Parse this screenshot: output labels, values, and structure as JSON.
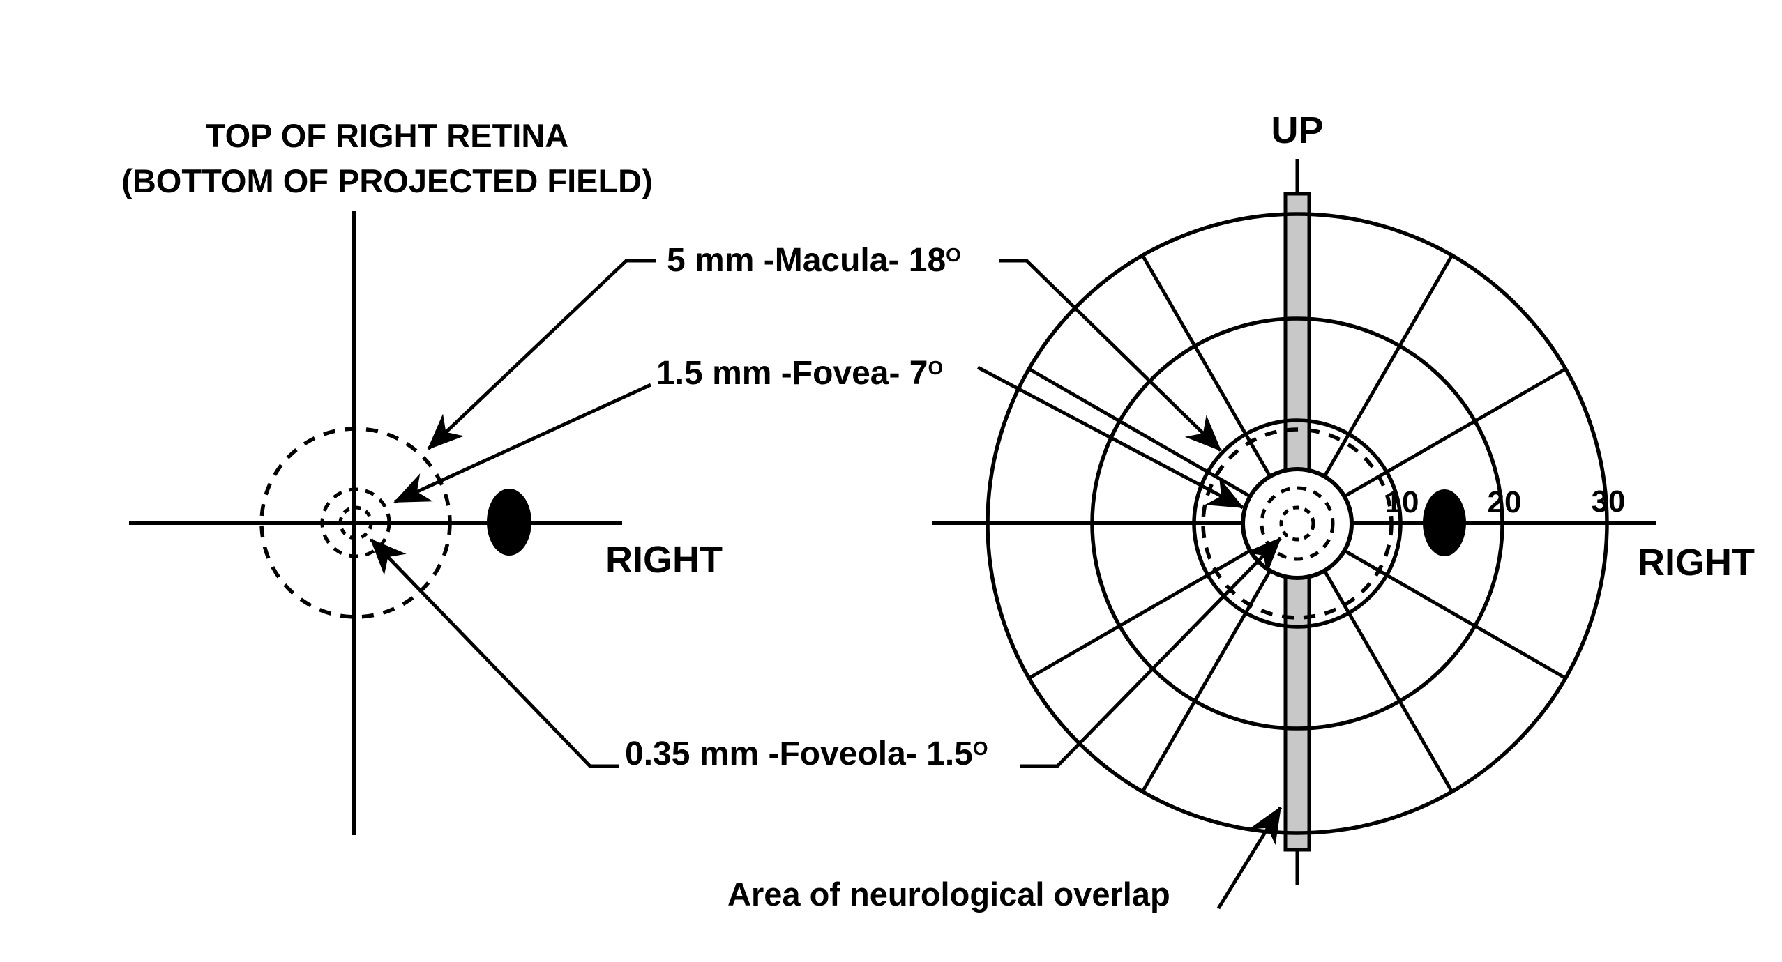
{
  "figure": {
    "background": "#ffffff",
    "ink": "#000000",
    "bar_fill": "#c8c8c8"
  },
  "left_diagram": {
    "title_line1": "TOP OF RIGHT RETINA",
    "title_line2": "(BOTTOM OF PROJECTED FIELD)",
    "right_label": "RIGHT"
  },
  "right_chart": {
    "up_label": "UP",
    "right_label": "RIGHT",
    "tick_labels": [
      "10",
      "20",
      "30"
    ],
    "overlap_label": "Area of neurological overlap"
  },
  "annotations": {
    "macula": {
      "text": "5 mm -Macula- 18",
      "sup": "O"
    },
    "fovea": {
      "text": "1.5 mm -Fovea- 7",
      "sup": "O"
    },
    "foveola": {
      "text": "0.35 mm -Foveola- 1.5",
      "sup": "O"
    }
  },
  "chart_data": [
    {
      "type": "other",
      "subtype": "retina-schematic",
      "title": "TOP OF RIGHT RETINA (BOTTOM OF PROJECTED FIELD)",
      "features": [
        {
          "name": "macula",
          "size_mm": 5,
          "angle_deg": 18,
          "style": "dashed-circle"
        },
        {
          "name": "fovea",
          "size_mm": 1.5,
          "angle_deg": 7,
          "style": "dashed-circle"
        },
        {
          "name": "foveola",
          "size_mm": 0.35,
          "angle_deg": 1.5,
          "style": "dashed-circle"
        },
        {
          "name": "optic-disc-blind-spot",
          "style": "filled-ellipse",
          "position": "right-of-center"
        }
      ],
      "axis_label": "RIGHT"
    },
    {
      "type": "other",
      "subtype": "polar-visual-field-chart",
      "up_label": "UP",
      "right_label": "RIGHT",
      "radial_rings_deg": [
        10,
        20,
        30
      ],
      "tick_labels": [
        "10",
        "20",
        "30"
      ],
      "meridian_spacing_deg": 30,
      "dashed_rings": [
        {
          "name": "macula-projection",
          "diameter_deg": 18
        },
        {
          "name": "fovea-projection",
          "diameter_deg": 7
        },
        {
          "name": "foveola-projection",
          "diameter_deg": 1.5
        }
      ],
      "blind_spot": {
        "eccentricity_deg_right": 15,
        "style": "filled-ellipse"
      },
      "overlap_band": {
        "orientation": "vertical",
        "label": "Area of neurological overlap"
      }
    }
  ]
}
